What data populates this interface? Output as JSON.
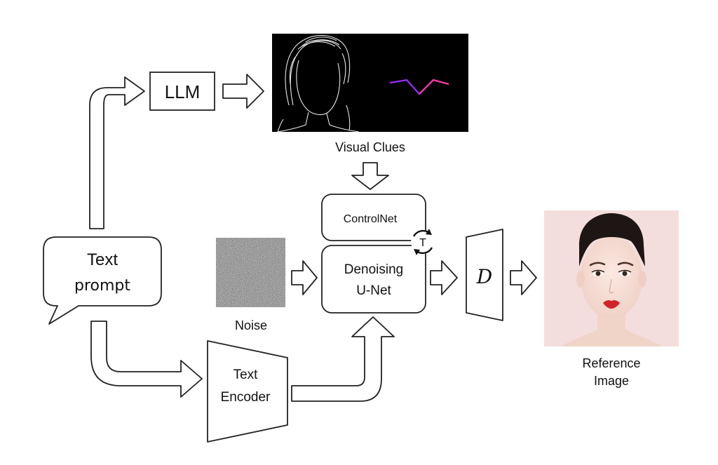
{
  "diagram": {
    "llm_label": "LLM",
    "visual_clues_label": "Visual Clues",
    "controlnet_label": "ControlNet",
    "t_label": "T",
    "denoising_line1": "Denoising",
    "denoising_line2": "U-Net",
    "decoder_label": "D",
    "noise_label": "Noise",
    "text_prompt_line1": "Text",
    "text_prompt_line2": "prompt",
    "text_encoder_line1": "Text",
    "text_encoder_line2": "Encoder",
    "reference_line1": "Reference",
    "reference_line2": "Image"
  },
  "colors": {
    "stroke": "#222222",
    "visual_clue_bg": "#000000",
    "pose_line": "#9a2cff",
    "pose_line_alt": "#ff3aa0",
    "reference_bg": "#f3dedd",
    "lips": "#d2232a"
  },
  "icons": {
    "t_cycle": "refresh-cycle-icon"
  }
}
